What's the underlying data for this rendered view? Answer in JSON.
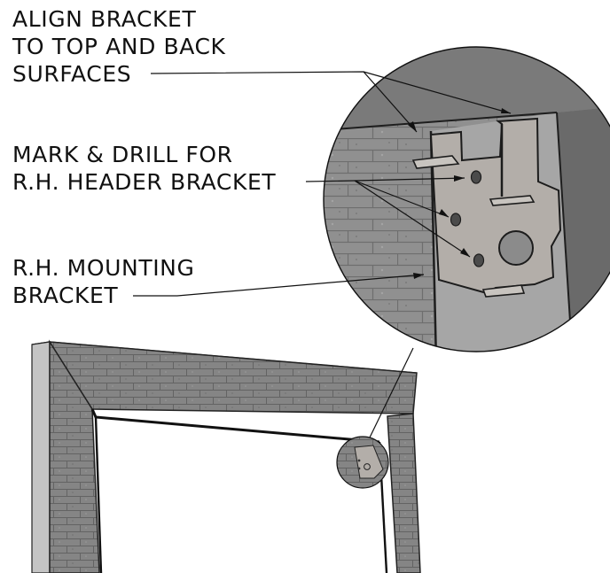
{
  "callouts": {
    "align": {
      "lines": [
        "ALIGN BRACKET",
        "TO TOP AND BACK",
        "SURFACES"
      ]
    },
    "mark": {
      "lines": [
        "MARK & DRILL FOR",
        "R.H. HEADER BRACKET"
      ]
    },
    "mounting": {
      "lines": [
        "R.H. MOUNTING",
        "BRACKET"
      ]
    }
  },
  "colors": {
    "ink": "#111111",
    "block_wall": "#8f8f8f",
    "block_dark": "#5e5e5e",
    "block_light": "#b4b4b4",
    "bracket": "#b3aea9",
    "background": "#ffffff"
  }
}
